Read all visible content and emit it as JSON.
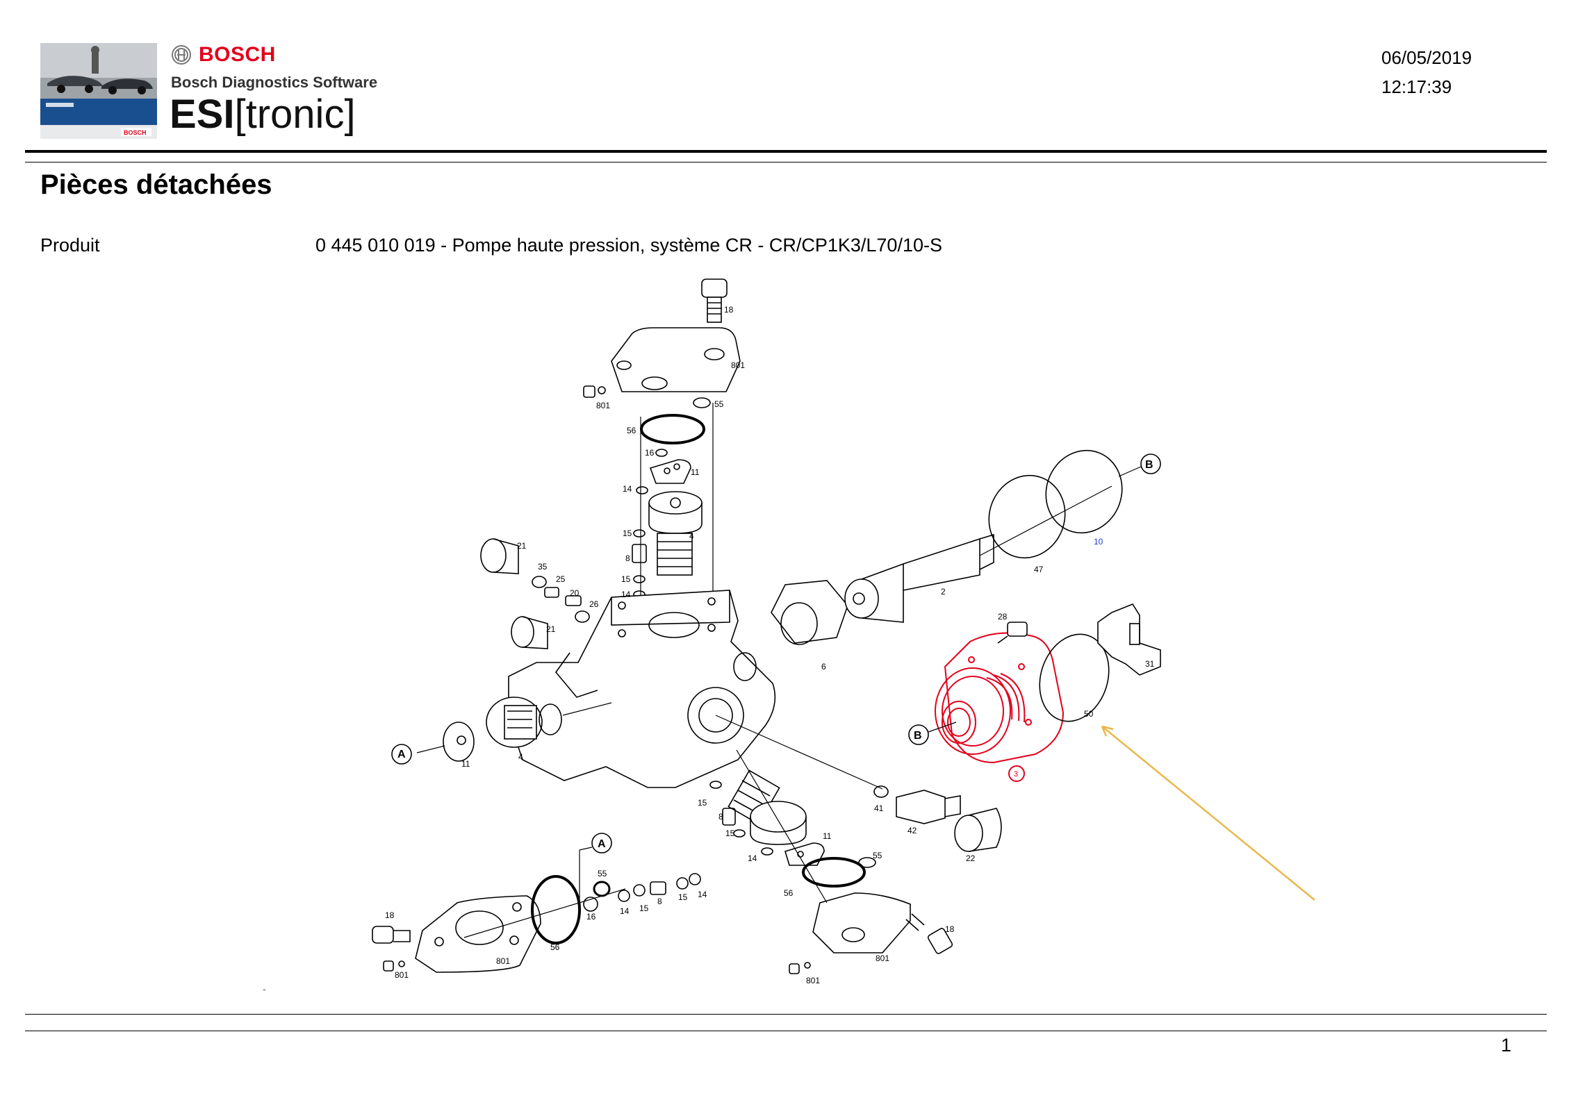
{
  "header": {
    "brand": "BOSCH",
    "software": "Bosch Diagnostics Software",
    "product_bold": "ESI",
    "product_rest": "[tronic]",
    "date": "06/05/2019",
    "time": "12:17:39"
  },
  "page": {
    "title": "Pièces détachées",
    "product_label": "Produit",
    "product_value": "0 445 010 019 - Pompe haute pression, système CR - CR/CP1K3/L70/10-S",
    "page_number": "1"
  },
  "diagram": {
    "callouts": [
      "18",
      "801",
      "801",
      "55",
      "56",
      "16",
      "11",
      "14",
      "4",
      "15",
      "8",
      "15",
      "14",
      "21",
      "35",
      "25",
      "20",
      "26",
      "21",
      "11",
      "4",
      "A",
      "B",
      "47",
      "2",
      "10",
      "6",
      "28",
      "31",
      "50",
      "B",
      "3",
      "41",
      "42",
      "22",
      "15",
      "8",
      "15",
      "11",
      "14",
      "55",
      "56",
      "A",
      "55",
      "16",
      "14",
      "15",
      "8",
      "15",
      "14",
      "18",
      "801",
      "801",
      "56",
      "18",
      "801",
      "801"
    ],
    "highlight_color": "#e2001a",
    "arrow_color": "#e8b84a"
  }
}
